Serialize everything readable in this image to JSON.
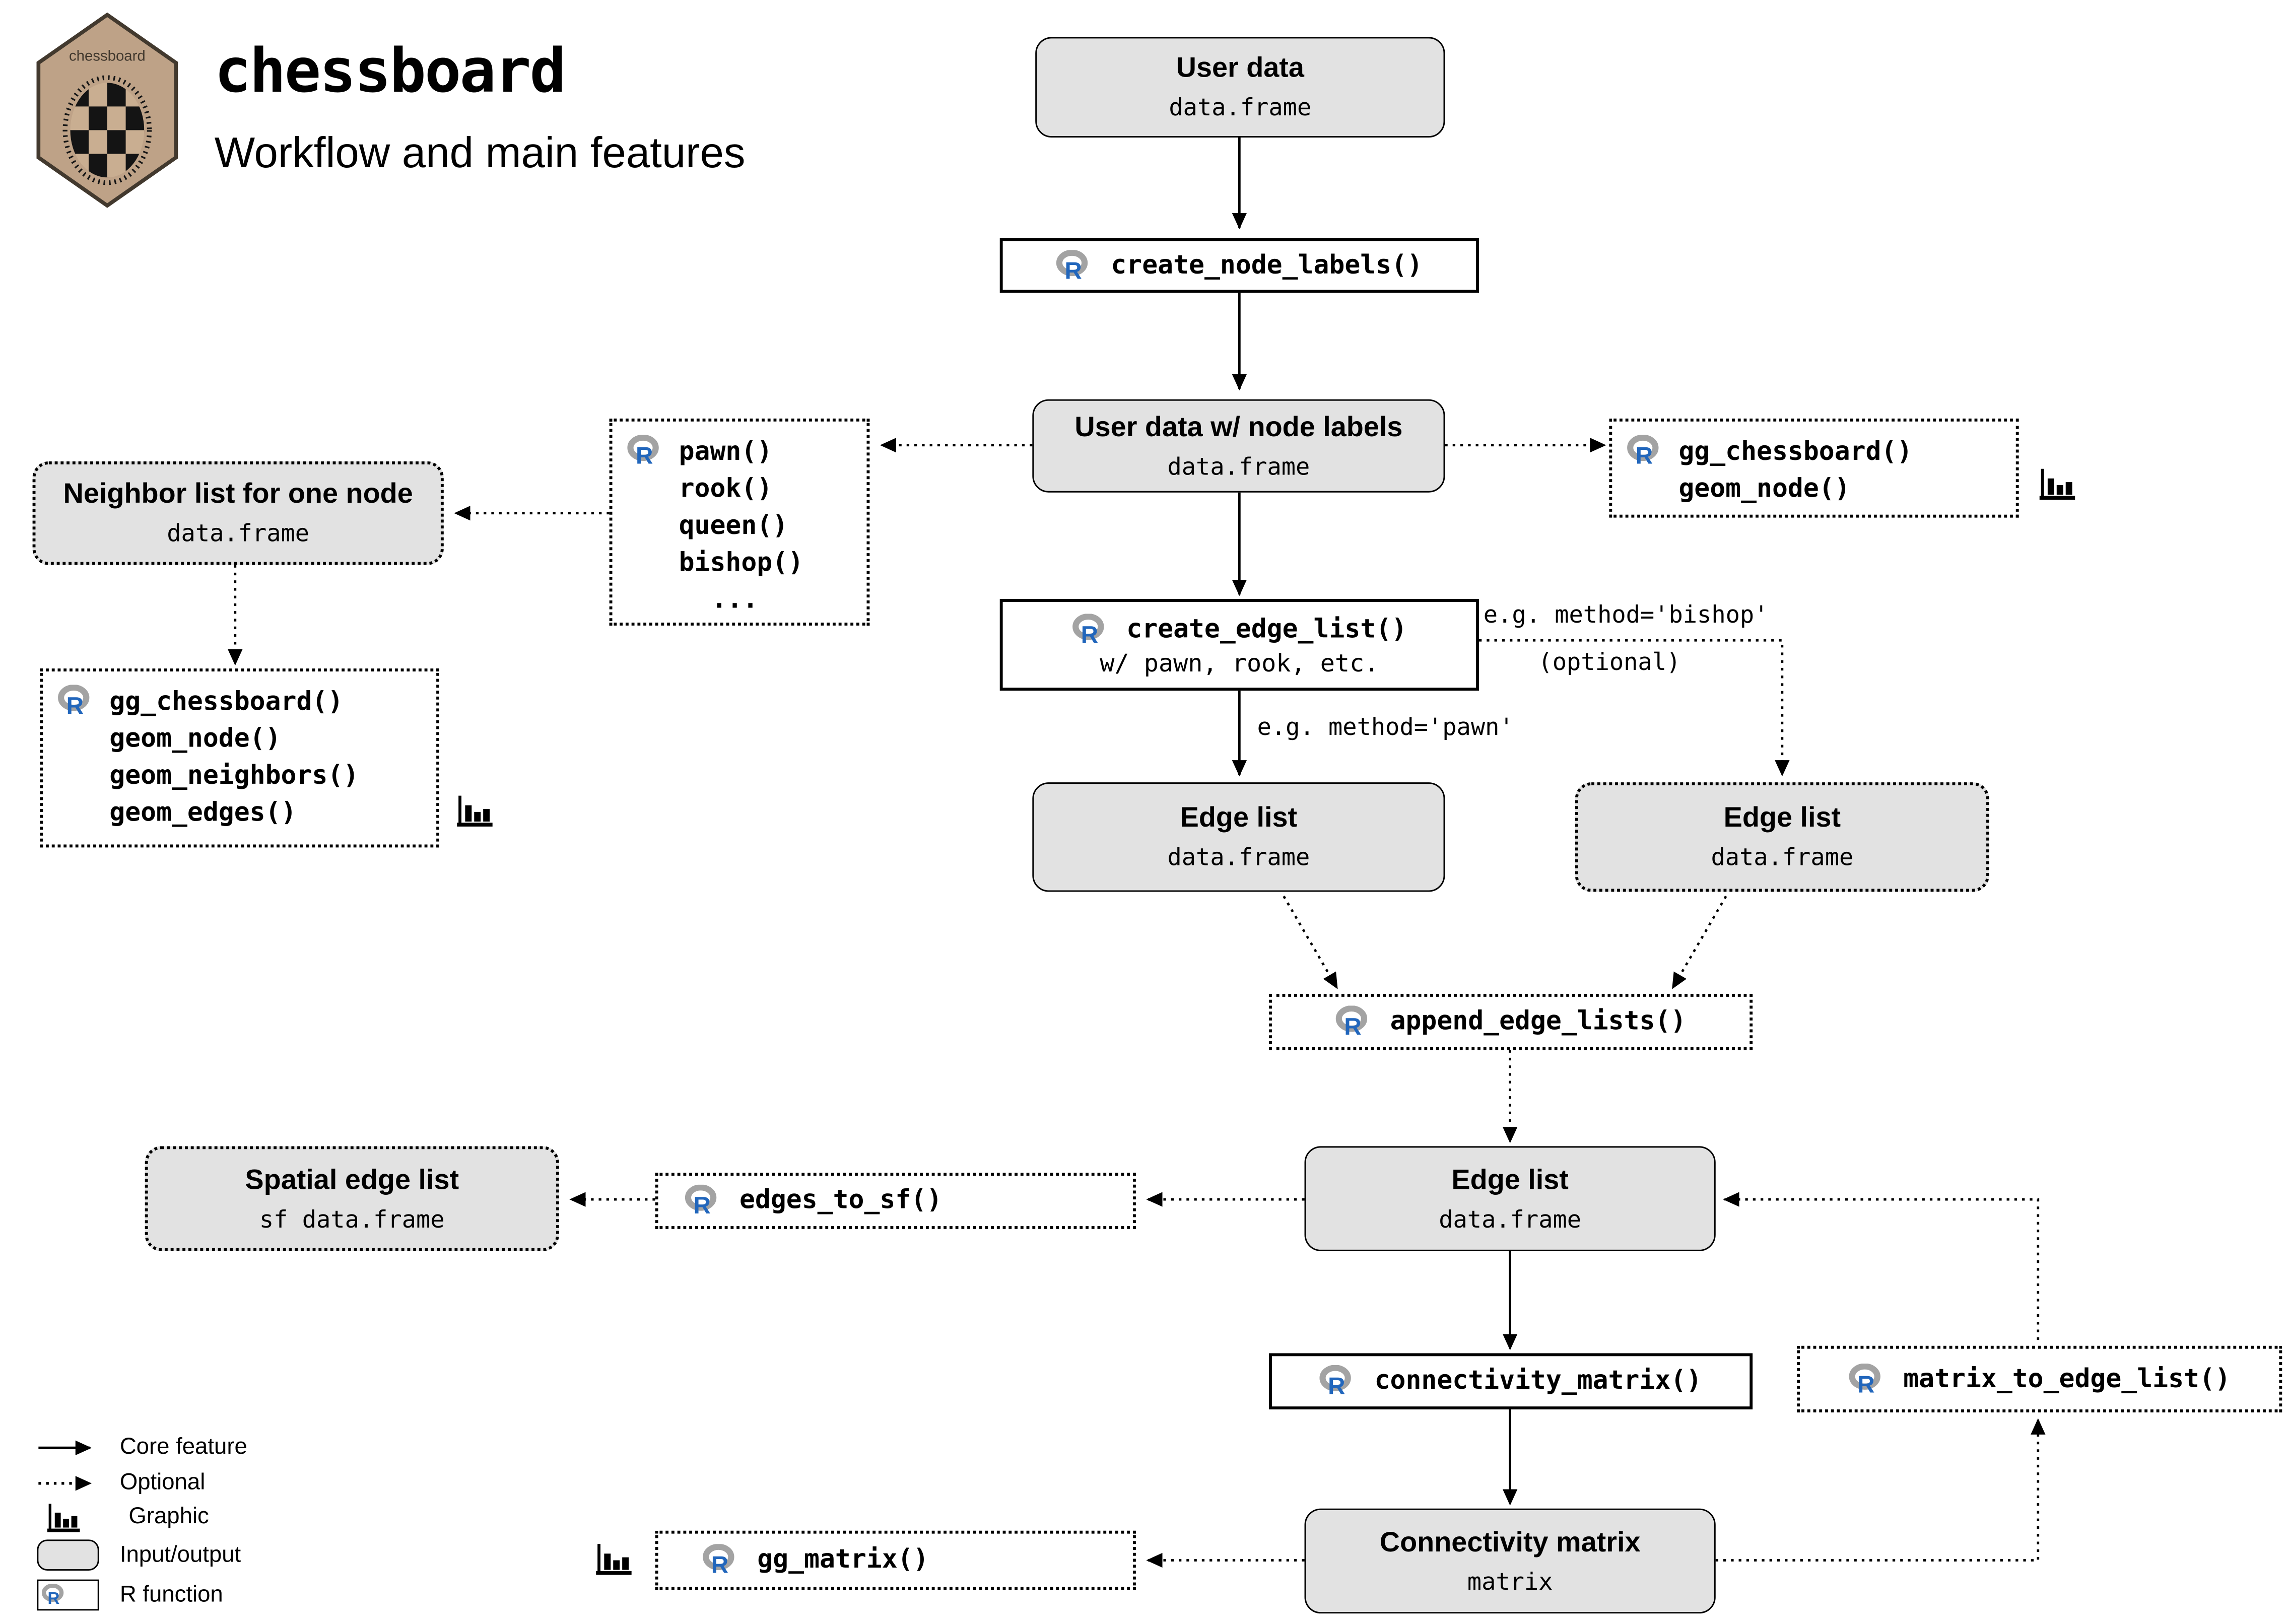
{
  "header": {
    "title": "chessboard",
    "subtitle": "Workflow and main features",
    "logo_label": "chessboard"
  },
  "nodes": {
    "user_data": {
      "title": "User data",
      "subtitle": "data.frame"
    },
    "create_node_labels": {
      "label": "create_node_labels()"
    },
    "user_data_labels": {
      "title": "User data w/ node labels",
      "subtitle": "data.frame"
    },
    "piece_functions": {
      "lines": [
        "pawn()",
        "rook()",
        "queen()",
        "bishop()",
        "..."
      ]
    },
    "gg_chessboard_node": {
      "lines": [
        "gg_chessboard()",
        "geom_node()"
      ]
    },
    "neighbor_list": {
      "title": "Neighbor list for one node",
      "subtitle": "data.frame"
    },
    "gg_chessboard_full": {
      "lines": [
        "gg_chessboard()",
        "geom_node()",
        "geom_neighbors()",
        "geom_edges()"
      ]
    },
    "create_edge_list": {
      "label": "create_edge_list()",
      "sublabel": "w/ pawn, rook, etc."
    },
    "edge_list_left": {
      "title": "Edge list",
      "subtitle": "data.frame"
    },
    "edge_list_right": {
      "title": "Edge list",
      "subtitle": "data.frame"
    },
    "append_edge_lists": {
      "label": "append_edge_lists()"
    },
    "edge_list_main": {
      "title": "Edge list",
      "subtitle": "data.frame"
    },
    "edges_to_sf": {
      "label": "edges_to_sf()"
    },
    "spatial_edge_list": {
      "title": "Spatial edge list",
      "subtitle": "sf data.frame"
    },
    "connectivity_matrix_fn": {
      "label": "connectivity_matrix()"
    },
    "matrix_to_edge_list": {
      "label": "matrix_to_edge_list()"
    },
    "connectivity_matrix": {
      "title": "Connectivity matrix",
      "subtitle": "matrix"
    },
    "gg_matrix": {
      "label": "gg_matrix()"
    }
  },
  "annotations": {
    "method_bishop": "e.g. method='bishop'",
    "optional": "(optional)",
    "method_pawn": "e.g. method='pawn'"
  },
  "legend": {
    "core_feature": "Core feature",
    "optional": "Optional",
    "graphic": "Graphic",
    "input_output": "Input/output",
    "r_function": "R function"
  },
  "colors": {
    "box_fill": "#e2e2e2",
    "box_border": "#000000",
    "r_blue": "#2166bc",
    "r_grey": "#a3a3a3",
    "hex_fill": "#bea287",
    "hex_border": "#42392e"
  }
}
